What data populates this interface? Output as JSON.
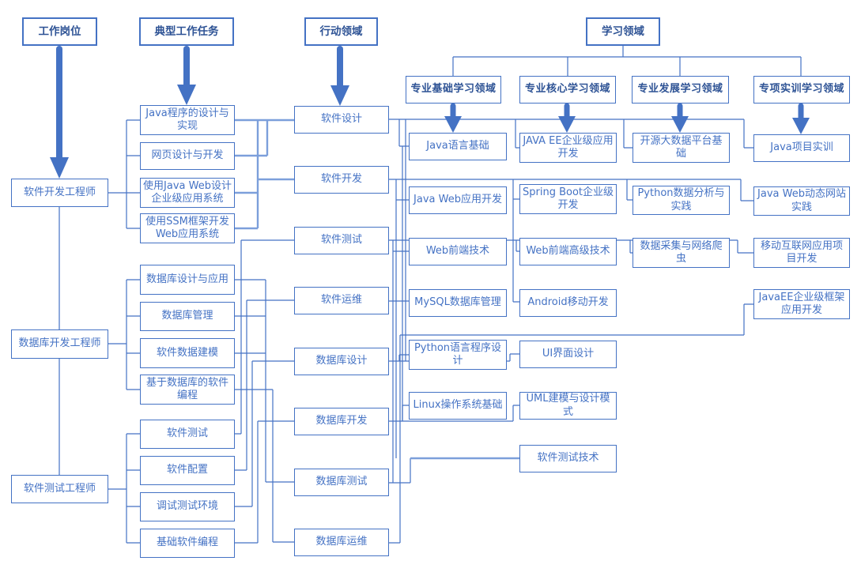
{
  "diagram": {
    "headers": {
      "job": "工作岗位",
      "task": "典型工作任务",
      "action": "行动领域",
      "learning": "学习领域"
    },
    "subheaders": [
      "专业基础学习领域",
      "专业核心学习领域",
      "专业发展学习领域",
      "专项实训学习领域"
    ],
    "jobs": [
      "软件开发工程师",
      "数据库开发工程师",
      "软件测试工程师"
    ],
    "tasks": [
      "Java程序的设计与实现",
      "网页设计与开发",
      "使用Java Web设计企业级应用系统",
      "使用SSM框架开发Web应用系统",
      "数据库设计与应用",
      "数据库管理",
      "软件数据建模",
      "基于数据库的软件编程",
      "软件测试",
      "软件配置",
      "调试测试环境",
      "基础软件编程"
    ],
    "actions": [
      "软件设计",
      "软件开发",
      "软件测试",
      "软件运维",
      "数据库设计",
      "数据库开发",
      "数据库测试",
      "数据库运维"
    ],
    "basic": [
      "Java语言基础",
      "Java Web应用开发",
      "Web前端技术",
      "MySQL数据库管理",
      "Python语言程序设计",
      "Linux操作系统基础"
    ],
    "core": [
      "JAVA EE企业级应用开发",
      "Spring Boot企业级开发",
      "Web前端高级技术",
      "Android移动开发",
      "UI界面设计",
      "UML建模与设计模式",
      "软件测试技术"
    ],
    "development": [
      "开源大数据平台基础",
      "Python数据分析与实践",
      "数据采集与网络爬虫"
    ],
    "training": [
      "Java项目实训",
      "Java Web动态网站实践",
      "移动互联网应用项目开发",
      "JavaEE企业级框架应用开发"
    ]
  },
  "colors": {
    "line": "#4472C4",
    "highlight_line": "#7C9FDB",
    "border": "#4472C4",
    "text": "#4472C4",
    "header_text": "#2E5395",
    "background": "#FFFFFF"
  }
}
